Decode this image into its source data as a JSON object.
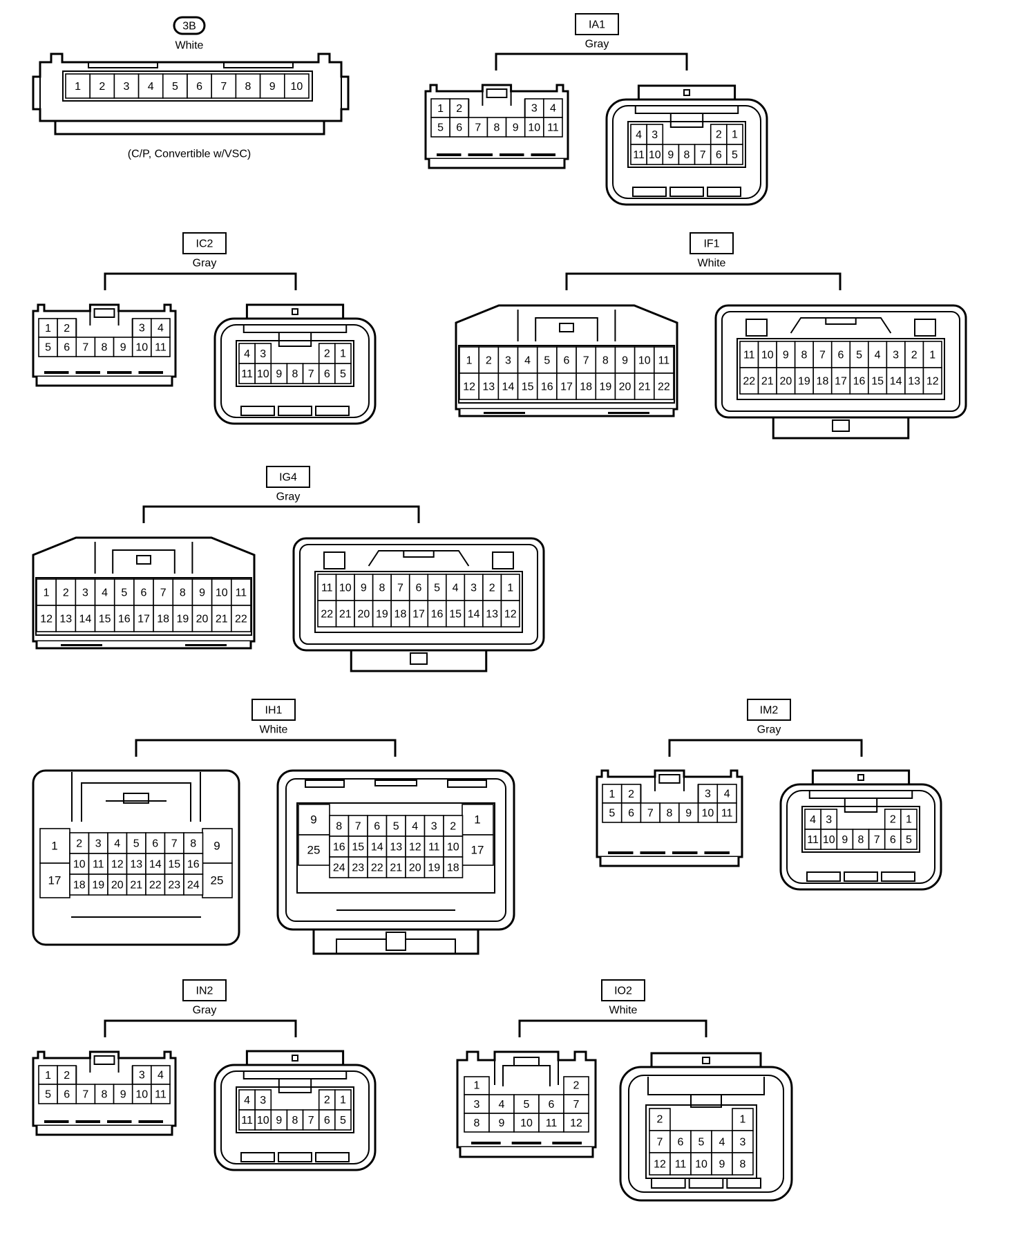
{
  "connectors": [
    {
      "id": "3B",
      "color": "White",
      "note": "(C/P, Convertible w/VSC)",
      "tag_style": "oval",
      "views": [
        {
          "style": "strip",
          "rows": [
            [
              "1",
              "2",
              "3",
              "4",
              "5",
              "6",
              "7",
              "8",
              "9",
              "10"
            ]
          ]
        }
      ]
    },
    {
      "id": "IA1",
      "color": "Gray",
      "views": [
        {
          "style": "male",
          "rows": [
            [
              "1",
              "2",
              "",
              "",
              "",
              "",
              "3",
              "4"
            ],
            [
              "5",
              "6",
              "7",
              "8",
              "9",
              "10",
              "11"
            ]
          ]
        },
        {
          "style": "female",
          "rows": [
            [
              "4",
              "3",
              "",
              "",
              "",
              "",
              "2",
              "1"
            ],
            [
              "11",
              "10",
              "9",
              "8",
              "7",
              "6",
              "5"
            ]
          ]
        }
      ]
    },
    {
      "id": "IC2",
      "color": "Gray",
      "views": [
        {
          "style": "male",
          "rows": [
            [
              "1",
              "2",
              "",
              "",
              "",
              "",
              "3",
              "4"
            ],
            [
              "5",
              "6",
              "7",
              "8",
              "9",
              "10",
              "11"
            ]
          ]
        },
        {
          "style": "female",
          "rows": [
            [
              "4",
              "3",
              "",
              "",
              "",
              "",
              "2",
              "1"
            ],
            [
              "11",
              "10",
              "9",
              "8",
              "7",
              "6",
              "5"
            ]
          ]
        }
      ]
    },
    {
      "id": "IF1",
      "color": "White",
      "views": [
        {
          "style": "wide-male",
          "rows": [
            [
              "1",
              "2",
              "3",
              "4",
              "5",
              "6",
              "7",
              "8",
              "9",
              "10",
              "11"
            ],
            [
              "12",
              "13",
              "14",
              "15",
              "16",
              "17",
              "18",
              "19",
              "20",
              "21",
              "22"
            ]
          ]
        },
        {
          "style": "wide-female",
          "rows": [
            [
              "11",
              "10",
              "9",
              "8",
              "7",
              "6",
              "5",
              "4",
              "3",
              "2",
              "1"
            ],
            [
              "22",
              "21",
              "20",
              "19",
              "18",
              "17",
              "16",
              "15",
              "14",
              "13",
              "12"
            ]
          ]
        }
      ]
    },
    {
      "id": "IG4",
      "color": "Gray",
      "views": [
        {
          "style": "wide-male",
          "rows": [
            [
              "1",
              "2",
              "3",
              "4",
              "5",
              "6",
              "7",
              "8",
              "9",
              "10",
              "11"
            ],
            [
              "12",
              "13",
              "14",
              "15",
              "16",
              "17",
              "18",
              "19",
              "20",
              "21",
              "22"
            ]
          ]
        },
        {
          "style": "wide-female",
          "rows": [
            [
              "11",
              "10",
              "9",
              "8",
              "7",
              "6",
              "5",
              "4",
              "3",
              "2",
              "1"
            ],
            [
              "22",
              "21",
              "20",
              "19",
              "18",
              "17",
              "16",
              "15",
              "14",
              "13",
              "12"
            ]
          ]
        }
      ]
    },
    {
      "id": "IH1",
      "color": "White",
      "views": [
        {
          "style": "ih-male",
          "left": [
            "1",
            "17"
          ],
          "right": [
            "9",
            "25"
          ],
          "rows": [
            [
              "2",
              "3",
              "4",
              "5",
              "6",
              "7",
              "8"
            ],
            [
              "10",
              "11",
              "12",
              "13",
              "14",
              "15",
              "16"
            ],
            [
              "18",
              "19",
              "20",
              "21",
              "22",
              "23",
              "24"
            ]
          ]
        },
        {
          "style": "ih-female",
          "left": [
            "9",
            "25"
          ],
          "right": [
            "1",
            "17"
          ],
          "rows": [
            [
              "8",
              "7",
              "6",
              "5",
              "4",
              "3",
              "2"
            ],
            [
              "16",
              "15",
              "14",
              "13",
              "12",
              "11",
              "10"
            ],
            [
              "24",
              "23",
              "22",
              "21",
              "20",
              "19",
              "18"
            ]
          ]
        }
      ]
    },
    {
      "id": "IM2",
      "color": "Gray",
      "views": [
        {
          "style": "male",
          "rows": [
            [
              "1",
              "2",
              "",
              "",
              "",
              "",
              "3",
              "4"
            ],
            [
              "5",
              "6",
              "7",
              "8",
              "9",
              "10",
              "11"
            ]
          ]
        },
        {
          "style": "female",
          "rows": [
            [
              "4",
              "3",
              "",
              "",
              "",
              "",
              "2",
              "1"
            ],
            [
              "11",
              "10",
              "9",
              "8",
              "7",
              "6",
              "5"
            ]
          ]
        }
      ]
    },
    {
      "id": "IN2",
      "color": "Gray",
      "views": [
        {
          "style": "male",
          "rows": [
            [
              "1",
              "2",
              "",
              "",
              "",
              "",
              "3",
              "4"
            ],
            [
              "5",
              "6",
              "7",
              "8",
              "9",
              "10",
              "11"
            ]
          ]
        },
        {
          "style": "female",
          "rows": [
            [
              "4",
              "3",
              "",
              "",
              "",
              "",
              "2",
              "1"
            ],
            [
              "11",
              "10",
              "9",
              "8",
              "7",
              "6",
              "5"
            ]
          ]
        }
      ]
    },
    {
      "id": "IO2",
      "color": "White",
      "views": [
        {
          "style": "io-male",
          "rows": [
            [
              "1",
              "",
              "",
              "",
              "2"
            ],
            [
              "3",
              "4",
              "5",
              "6",
              "7"
            ],
            [
              "8",
              "9",
              "10",
              "11",
              "12"
            ]
          ]
        },
        {
          "style": "io-female",
          "rows": [
            [
              "2",
              "",
              "",
              "",
              "1"
            ],
            [
              "7",
              "6",
              "5",
              "4",
              "3"
            ],
            [
              "12",
              "11",
              "10",
              "9",
              "8"
            ]
          ]
        }
      ]
    }
  ]
}
